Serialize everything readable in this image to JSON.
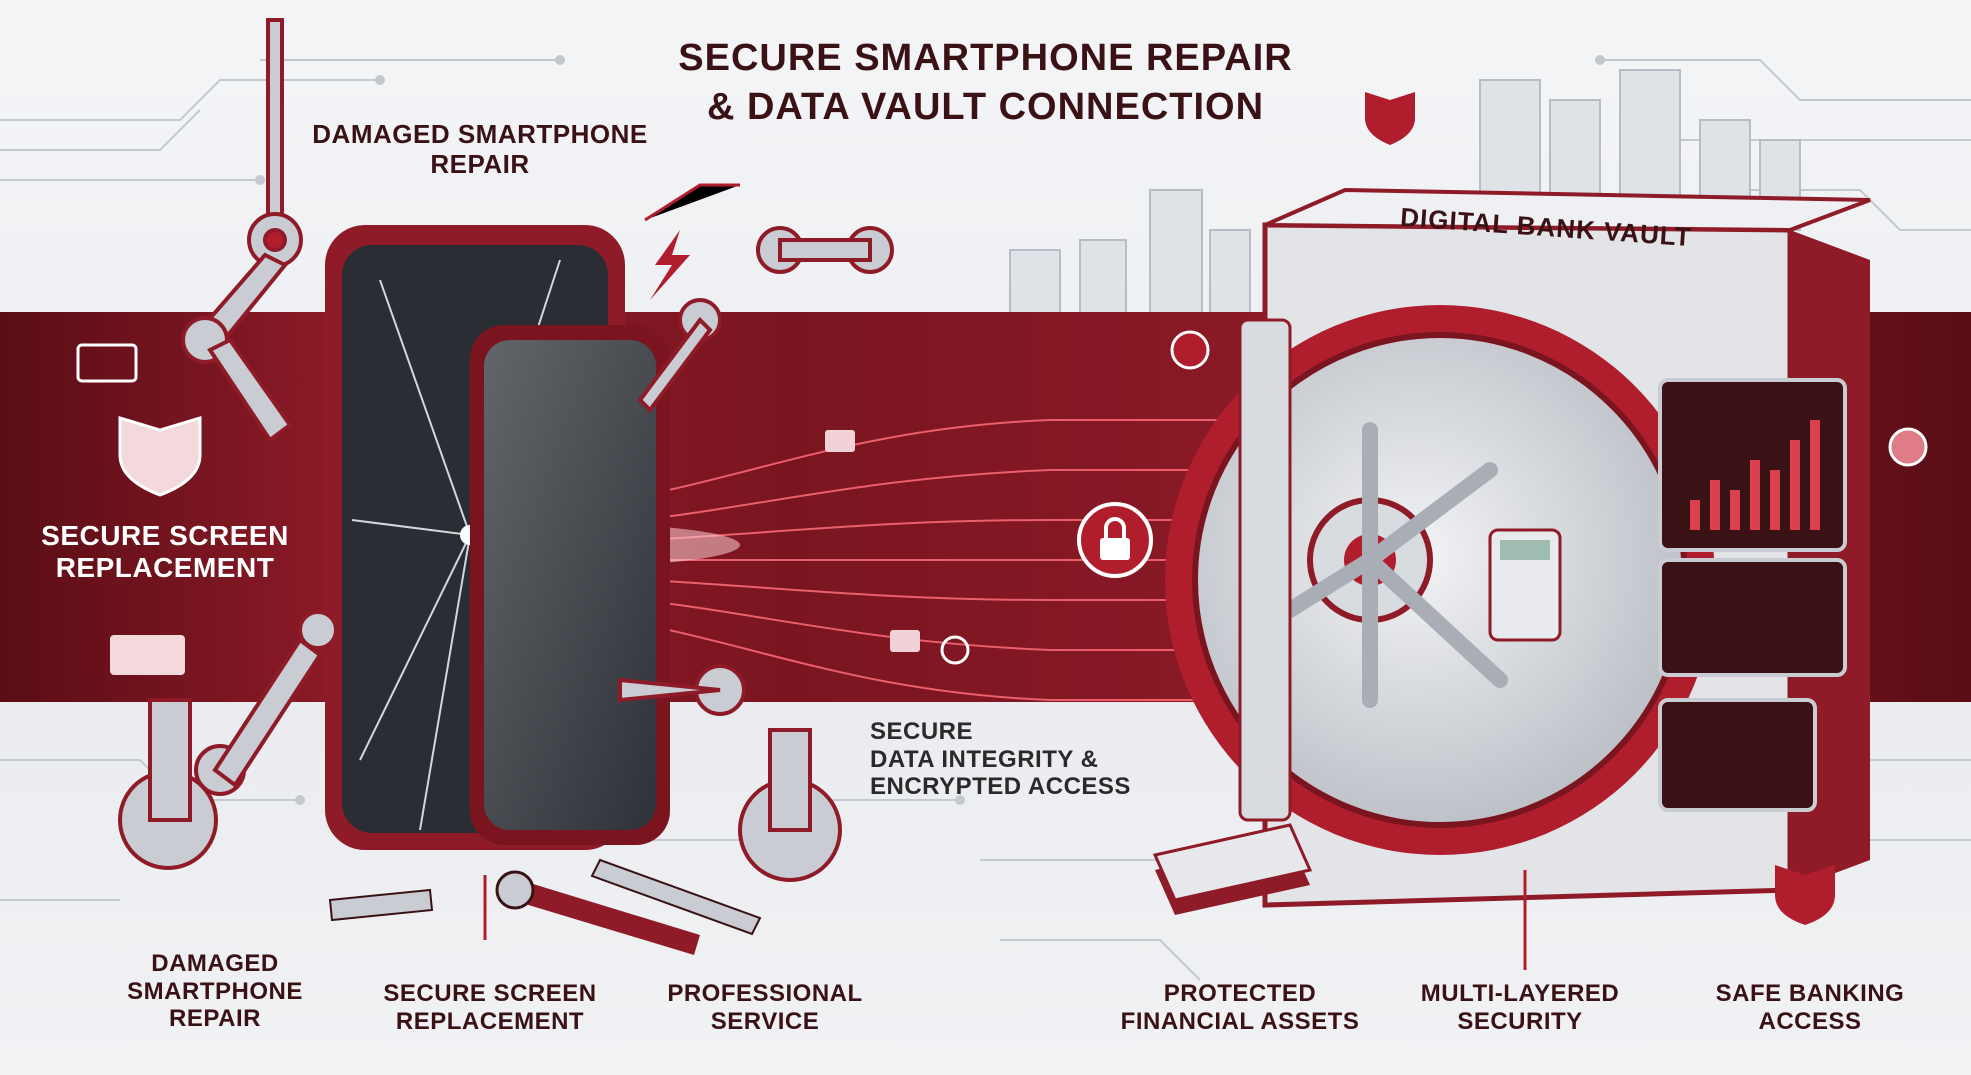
{
  "title": {
    "line1": "SECURE SMARTPHONE REPAIR",
    "line2": "& DATA VAULT CONNECTION"
  },
  "labels": {
    "top_repair": "DAMAGED SMARTPHONE REPAIR",
    "left_screen": "SECURE SCREEN REPLACEMENT",
    "vault": "DIGITAL BANK VAULT",
    "integrity_1": "SECURE",
    "integrity_2": "DATA INTEGRITY &",
    "integrity_3": "ENCRYPTED ACCESS"
  },
  "bottom_labels": [
    {
      "line1": "DAMAGED",
      "line2": "SMARTPHONE",
      "line3": "REPAIR"
    },
    {
      "line1": "SECURE SCREEN",
      "line2": "REPLACEMENT"
    },
    {
      "line1": "PROFESSIONAL",
      "line2": "SERVICE"
    },
    {
      "line1": "PROTECTED",
      "line2": "FINANCIAL ASSETS"
    },
    {
      "line1": "MULTI-LAYERED",
      "line2": "SECURITY"
    },
    {
      "line1": "SAFE BANKING",
      "line2": "ACCESS"
    }
  ],
  "colors": {
    "accent": "#b01e2d",
    "dark_red": "#5a0d16",
    "text": "#3a1216",
    "steel": "#c9ccd2"
  },
  "icons": [
    "shield-lock-icon",
    "padlock-icon",
    "dollar-coin-icon",
    "chart-icon",
    "credit-card-icon",
    "wrench-icon",
    "screwdriver-icon",
    "robotic-arm-icon",
    "lightning-icon",
    "globe-icon",
    "monitor-icon"
  ]
}
